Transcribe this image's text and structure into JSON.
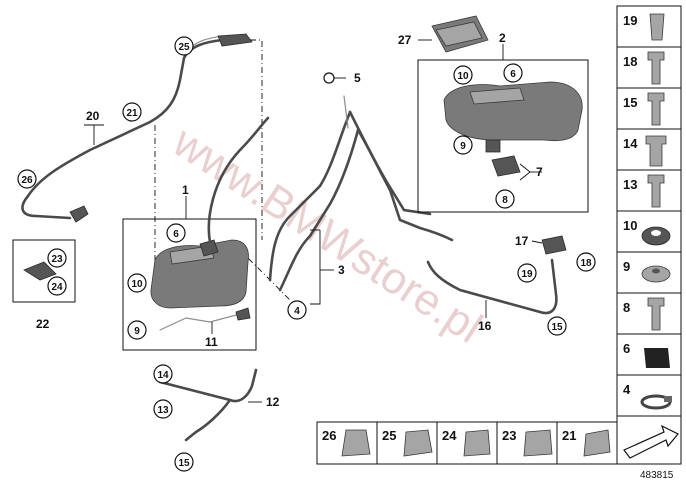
{
  "watermark": "www.BMWstore.pl",
  "reference_number": "483815",
  "callouts": {
    "n1": "1",
    "n2": "2",
    "n3": "3",
    "n5": "5",
    "n7": "7",
    "n11": "11",
    "n12": "12",
    "n16": "16",
    "n17": "17",
    "n20": "20",
    "n22": "22",
    "n27": "27"
  },
  "circled": {
    "c25": "25",
    "c21": "21",
    "c26": "26",
    "c23": "23",
    "c24": "24",
    "c6a": "6",
    "c10a": "10",
    "c9a": "9",
    "c10b": "10",
    "c6b": "6",
    "c9b": "9",
    "c8": "8",
    "c4": "4",
    "c19": "19",
    "c18": "18",
    "c15a": "15",
    "c14": "14",
    "c13": "13",
    "c15b": "15"
  },
  "side_panel": [
    "19",
    "18",
    "15",
    "14",
    "13",
    "10",
    "9",
    "8",
    "6",
    "4"
  ],
  "bottom_panel": [
    "26",
    "25",
    "24",
    "23",
    "21"
  ],
  "colors": {
    "line": "#111111",
    "part": "#7a7a7a",
    "watermark": "#d8a8a8"
  }
}
